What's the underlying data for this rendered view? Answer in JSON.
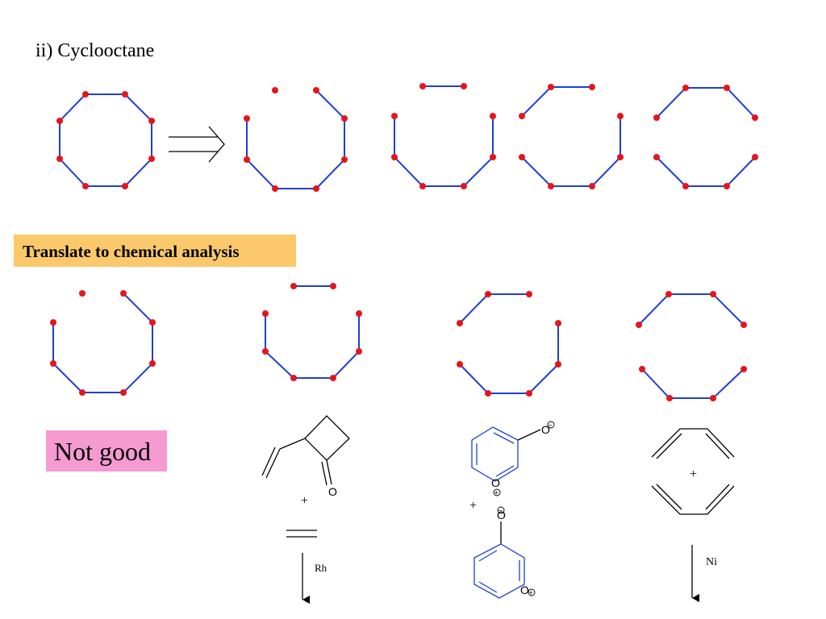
{
  "title": "ii) Cyclooctane",
  "banner": "Translate to chemical analysis",
  "verdict": "Not good",
  "colors": {
    "bond": "#1f3fd1",
    "atom": "#e8141b",
    "banner": "#fbc96c",
    "verdict": "#f59bd2"
  },
  "reagents": {
    "plus_1": "+",
    "plus_2": "+",
    "plus_3": "+",
    "carbonyl_o": "O",
    "ion_o_top": "O",
    "ion_o_ring": "O",
    "ion_o_mid": "O",
    "ion_o_bottom": "O",
    "minus_sign": "−",
    "plus_charge": "+",
    "catalyst_rh": "Rh",
    "catalyst_ni": "Ni"
  }
}
